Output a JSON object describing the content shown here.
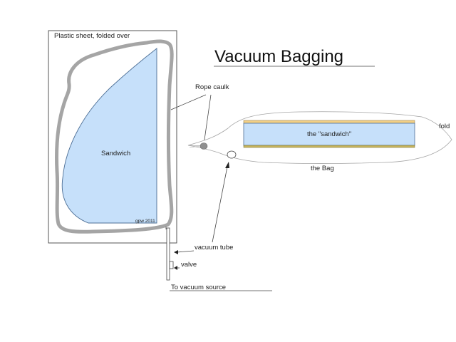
{
  "title": "Vacuum Bagging",
  "labels": {
    "plastic_sheet": "Plastic sheet, folded over",
    "sandwich": "Sandwich",
    "credit": "gpw 2011",
    "rope_caulk": "Rope caulk",
    "fold": "fold",
    "sandwich_quoted": "the \"sandwich\"",
    "the_bag": "the Bag",
    "vacuum_tube": "vacuum tube",
    "valve": "valve",
    "to_vacuum_source": "To vacuum source"
  },
  "colors": {
    "sandwich_fill": "#c6e0fa",
    "sandwich_stroke": "#4d6f96",
    "caulk_stroke": "#a5a5a5",
    "rope_dot": "#8f8f8f",
    "skin_layer": "#f2cf84",
    "line": "#444444"
  }
}
